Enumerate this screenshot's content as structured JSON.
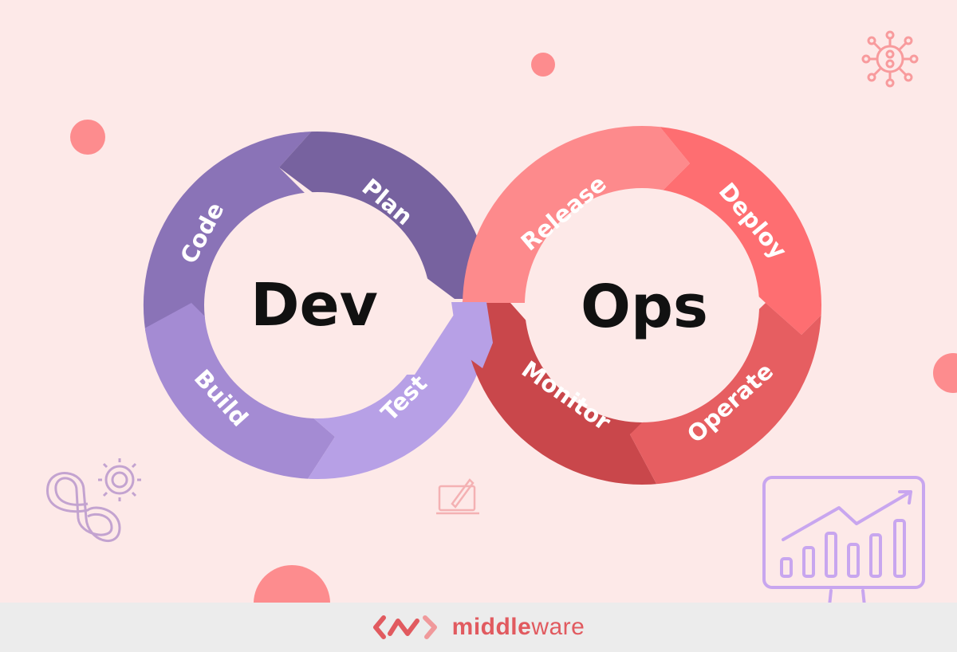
{
  "diagram": {
    "title_left": "Dev",
    "title_right": "Ops",
    "stages": [
      {
        "label": "Plan",
        "loop": "dev",
        "color": "#77629f"
      },
      {
        "label": "Code",
        "loop": "dev",
        "color": "#8a73b7"
      },
      {
        "label": "Build",
        "loop": "dev",
        "color": "#a48bd3"
      },
      {
        "label": "Test",
        "loop": "dev",
        "color": "#b7a0e6"
      },
      {
        "label": "Release",
        "loop": "ops",
        "color": "#fd8a8c"
      },
      {
        "label": "Deploy",
        "loop": "ops",
        "color": "#fe6e71"
      },
      {
        "label": "Operate",
        "loop": "ops",
        "color": "#e65e61"
      },
      {
        "label": "Monitor",
        "loop": "ops",
        "color": "#c9474b"
      }
    ]
  },
  "footer": {
    "brand_bold": "middle",
    "brand_regular": "ware",
    "brand_color": "#e15a5f"
  },
  "colors": {
    "background": "#fde9e8",
    "footer_background": "#ececec",
    "accent_dot": "#fd8c8e",
    "icon_purple": "#c9a7f0"
  }
}
